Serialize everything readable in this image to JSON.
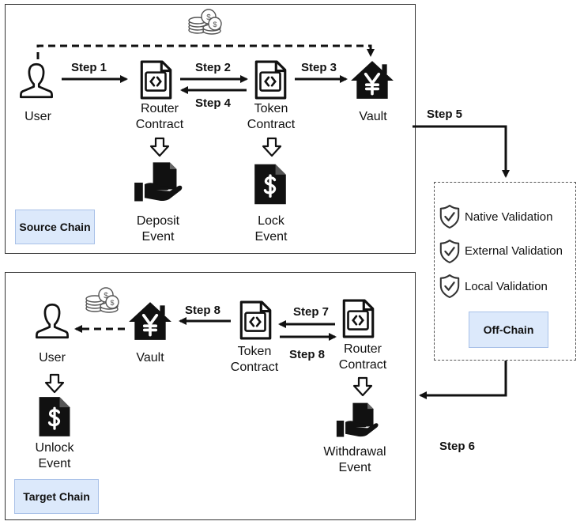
{
  "source_chain": {
    "label": "Source Chain",
    "user": "User",
    "router": [
      "Router",
      "Contract"
    ],
    "token": [
      "Token",
      "Contract"
    ],
    "vault": "Vault",
    "deposit_event": [
      "Deposit",
      "Event"
    ],
    "lock_event": [
      "Lock",
      "Event"
    ]
  },
  "target_chain": {
    "label": "Target Chain",
    "user": "User",
    "vault": "Vault",
    "token": [
      "Token",
      "Contract"
    ],
    "router": [
      "Router",
      "Contract"
    ],
    "unlock_event": [
      "Unlock",
      "Event"
    ],
    "withdrawal_event": [
      "Withdrawal",
      "Event"
    ]
  },
  "off_chain": {
    "label": "Off-Chain",
    "validations": [
      "Native Validation",
      "External Validation",
      "Local Validation"
    ]
  },
  "steps": {
    "s1": "Step 1",
    "s2": "Step 2",
    "s3": "Step 3",
    "s4": "Step 4",
    "s5": "Step 5",
    "s6": "Step 6",
    "s7": "Step 7",
    "s8a": "Step 8",
    "s8b": "Step 8"
  },
  "icons": {
    "user": "user-icon",
    "contract": "smart-contract-icon",
    "vault": "yen-vault-icon",
    "coins": "coins-icon",
    "deposit": "hand-document-icon",
    "lock": "dollar-document-icon",
    "shield": "shield-check-icon"
  },
  "colors": {
    "chain_label_bg": "#dce9fb",
    "icon": "#111111"
  }
}
